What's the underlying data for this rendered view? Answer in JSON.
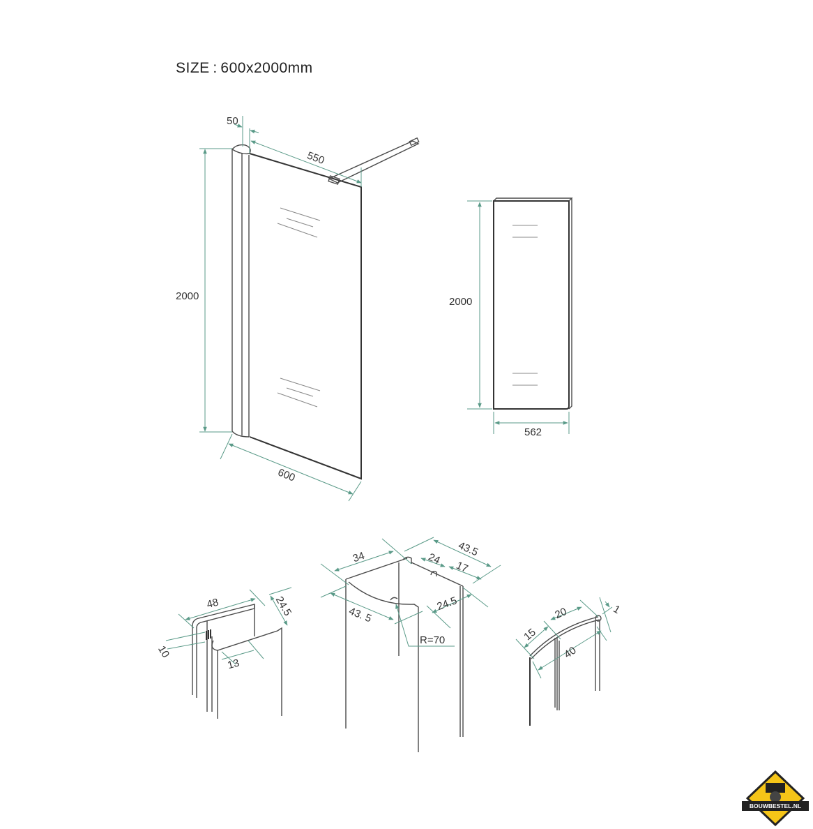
{
  "title": "SIZE : 600x2000mm",
  "colors": {
    "outline": "#4a4a4a",
    "dimension": "#5a9a88",
    "text": "#333333",
    "logo_yellow": "#f5c518",
    "logo_dark": "#222222"
  },
  "views": {
    "isometric_panel": {
      "dims": {
        "profile_width": "50",
        "support_arm": "550",
        "height": "2000",
        "width": "600"
      }
    },
    "front_glass": {
      "dims": {
        "height": "2000",
        "glass_width": "562"
      }
    },
    "wall_profile": {
      "dims": {
        "length": "48",
        "depth": "24.5",
        "slot": "10",
        "lip": "13"
      }
    },
    "corner_profile": {
      "dims": {
        "side_a": "34",
        "side_b": "43.5",
        "top_a": "24",
        "top_b": "17",
        "depth_a": "24.5",
        "diag": "43. 5",
        "radius": "R=70"
      }
    },
    "curved_profile": {
      "dims": {
        "seg_a": "15",
        "seg_b": "20",
        "lip": "1",
        "span": "40"
      }
    }
  },
  "logo": {
    "text": "BOUWBESTEL.NL"
  }
}
